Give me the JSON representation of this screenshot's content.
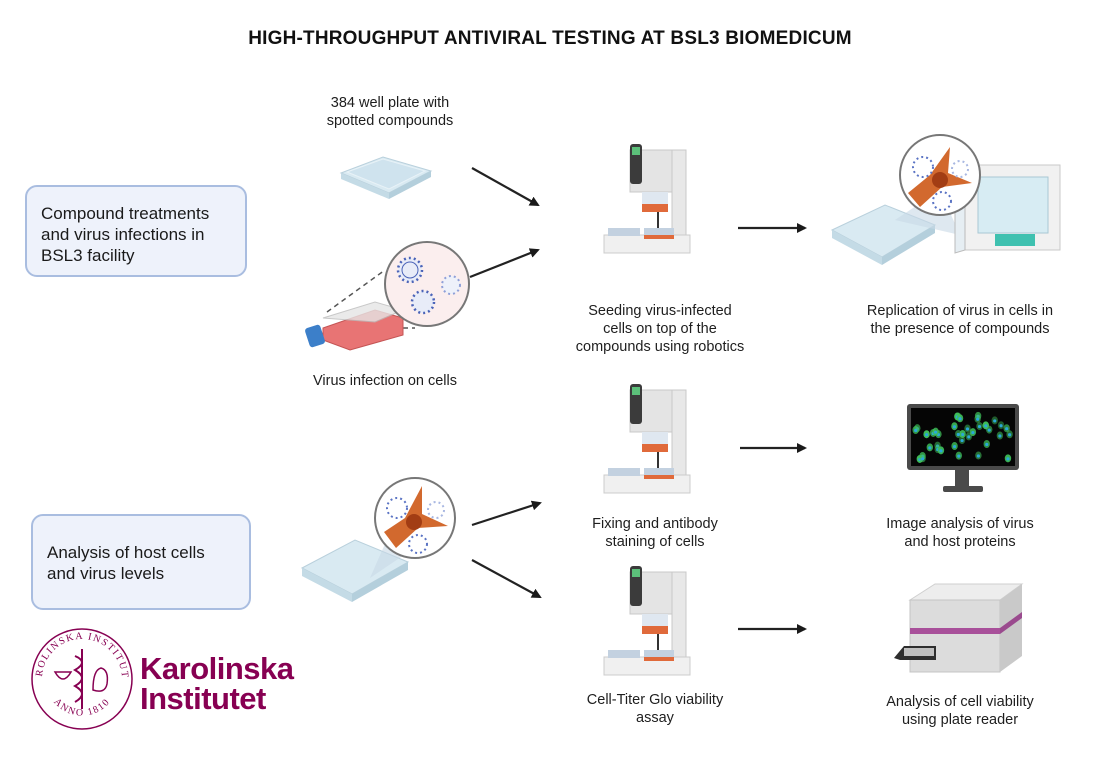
{
  "title": "HIGH-THROUGHPUT ANTIVIRAL TESTING AT BSL3 BIOMEDICUM",
  "phases": [
    {
      "label": "Compound treatments and virus infections in BSL3 facility",
      "lines": [
        "Compound treatments",
        "and virus infections in",
        "BSL3 facility"
      ]
    },
    {
      "label": "Analysis of host cells and virus levels",
      "lines": [
        "Analysis of host cells",
        "and virus levels"
      ]
    }
  ],
  "steps": {
    "plate_compounds": {
      "lines": [
        "384 well plate with",
        "spotted compounds"
      ]
    },
    "virus_infection": {
      "lines": [
        "Virus infection on cells"
      ]
    },
    "seeding": {
      "lines": [
        "Seeding virus-infected",
        "cells on top of the",
        "compounds using robotics"
      ]
    },
    "replication": {
      "lines": [
        "Replication of virus in cells in",
        "the presence of compounds"
      ]
    },
    "fixing": {
      "lines": [
        "Fixing and antibody",
        "staining of cells"
      ]
    },
    "image_analysis": {
      "lines": [
        "Image analysis of virus",
        "and host proteins"
      ]
    },
    "cell_titer": {
      "lines": [
        "Cell-Titer Glo viability",
        "assay"
      ]
    },
    "viability_analysis": {
      "lines": [
        "Analysis of cell viability",
        "using plate reader"
      ]
    }
  },
  "icons": {
    "well_plate": "well-plate-icon",
    "cell_flask": "cell-culture-flask-icon",
    "virus_magnifier": "virus-magnifier-icon",
    "liquid_handler": "liquid-handling-robot-icon",
    "incubator": "incubator-icon",
    "infected_cell": "infected-cell-icon",
    "monitor": "microscopy-monitor-icon",
    "plate_reader": "plate-reader-icon",
    "arrow": "arrow-icon"
  },
  "logo": {
    "name_line1": "Karolinska",
    "name_line2": "Institutet",
    "seal_text_top": "KAROLINSKA INSTITUTET",
    "seal_text_bottom": "ANNO 1810",
    "color": "#870052"
  },
  "colors": {
    "phase_box_fill": "#eef2fb",
    "phase_box_border": "#a9bde0",
    "cell_orange": "#d2692e",
    "virus_blue": "#5b74c4",
    "plate_blue": "#cfe3ee",
    "incubator_teal": "#3fc1b0",
    "reader_purple": "#a8509a",
    "fluor_green": "#3fbf5a",
    "fluor_cyan": "#2aa8d8"
  }
}
